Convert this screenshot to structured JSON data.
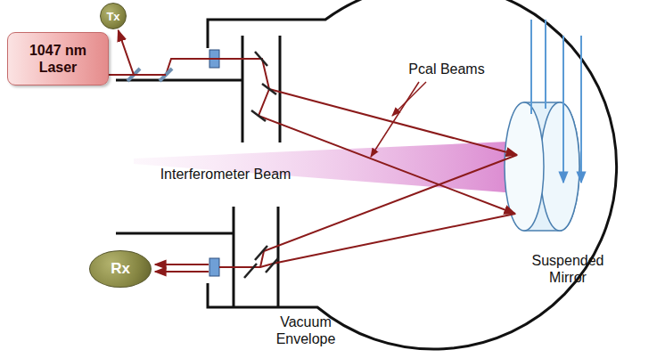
{
  "diagram": {
    "nodes": [
      {
        "text": [
          "1047 nm Laser"
        ]
      },
      {
        "text": [
          "Tx"
        ]
      },
      {
        "text": [
          "Rx"
        ]
      }
    ],
    "edges": [
      {
        "from": 0,
        "to": 1,
        "arrow": "to"
      }
    ],
    "labels": [
      "Pcal Beams",
      "Interferometer Beam",
      "Suspended Mirror",
      "Vacuum Envelope"
    ]
  }
}
